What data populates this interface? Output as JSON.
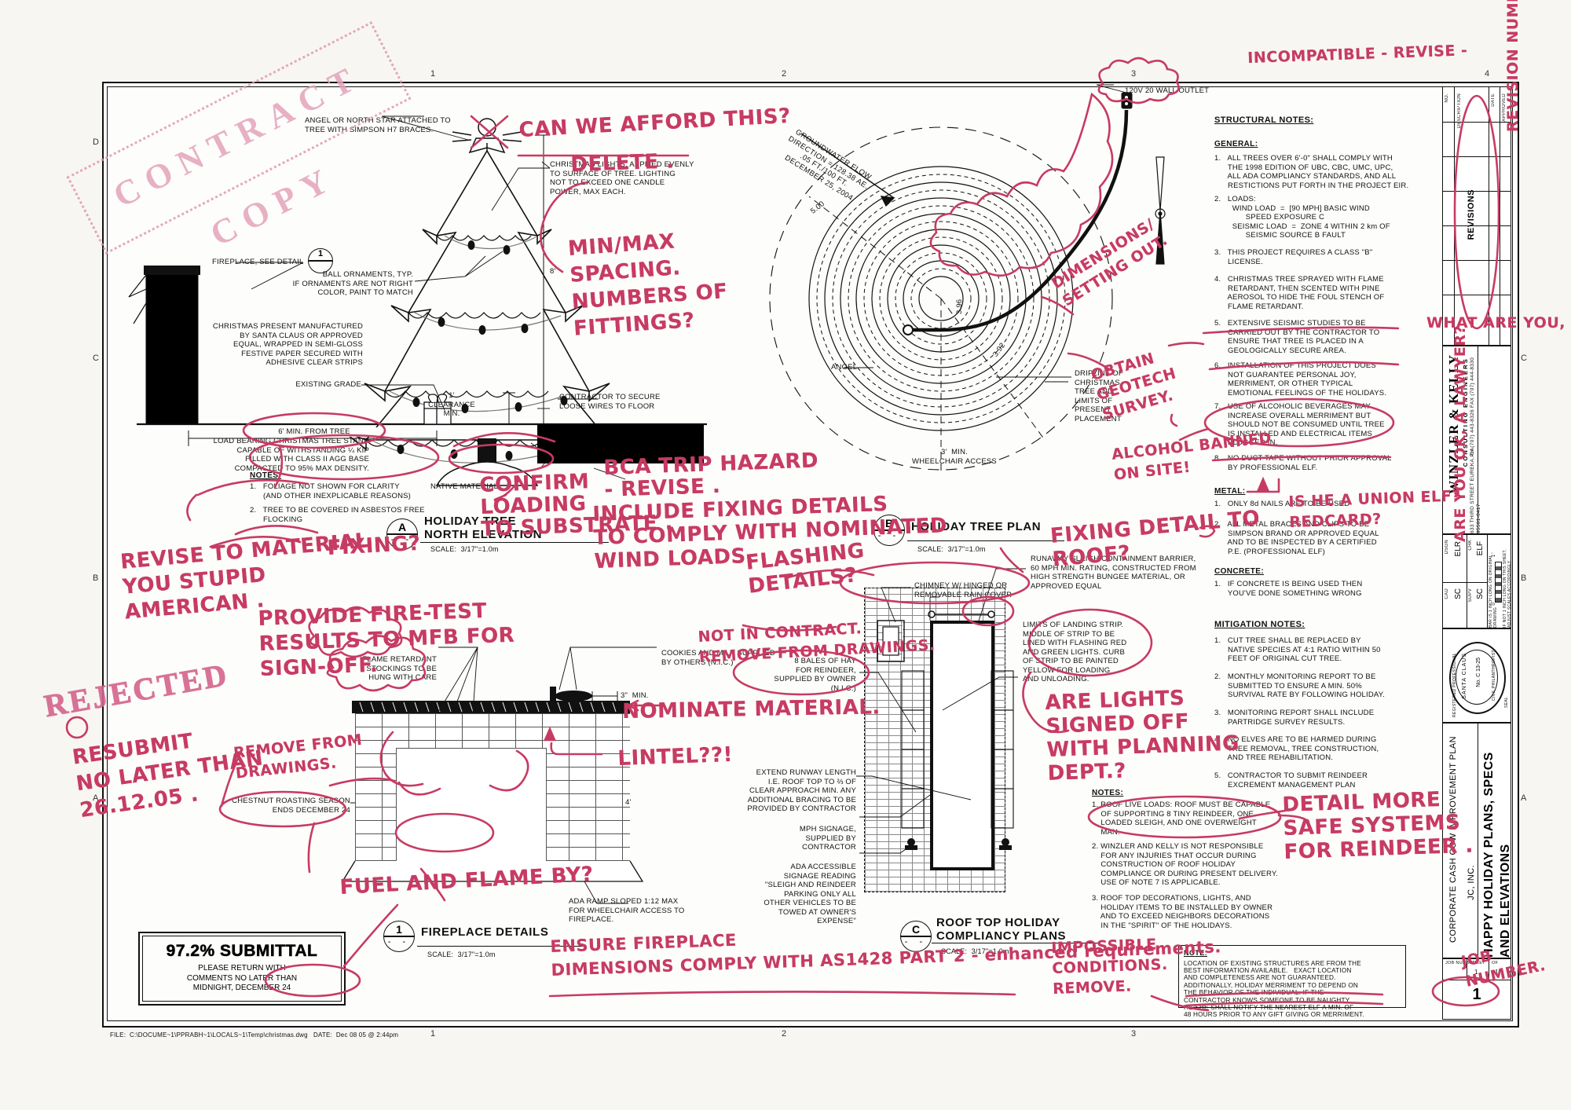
{
  "sheet": {
    "number": "1",
    "footer_path": "FILE:  C:\\DOCUME~1\\PPRABH~1\\LOCALS~1\\Temp\\christmas.dwg   DATE:  Dec 08 05 @ 2:44pm",
    "edge_numbers": [
      "1",
      "2",
      "3",
      "4"
    ],
    "edge_letters": [
      "A",
      "B",
      "C",
      "D"
    ]
  },
  "detail_a": {
    "bubble": "A",
    "title1": "HOLIDAY TREE",
    "title2": "NORTH ELEVATION",
    "scale": "SCALE:  3/17\"=1.0m",
    "labels": {
      "angel": "ANGEL OR NORTH STAR ATTACHED TO\nTREE WITH SIMPSON H7 BRACES.",
      "fireplace": "FIREPLACE, SEE DETAIL",
      "fireplace_bubble": "1",
      "ball_ornaments": "BALL ORNAMENTS, TYP.\nIF ORNAMENTS ARE NOT RIGHT\nCOLOR, PAINT TO MATCH",
      "lights": "CHRISTMAS LIGHTS, APPLIED EVENLY\nTO SURFACE OF TREE. LIGHTING\nNOT TO EXCEED ONE CANDLE\nPOWER, MAX EACH.",
      "present": "CHRISTMAS PRESENT MANUFACTURED\nBY SANTA CLAUS OR APPROVED\nEQUAL, WRAPPED IN SEMI-GLOSS\nFESTIVE PAPER SECURED WITH\nADHESIVE CLEAR STRIPS",
      "existing_grade": "EXISTING GRADE",
      "dim_6ft": "6' MIN. FROM TREE",
      "dim_8ft": "8'",
      "clearance": "1'\nCLEARANCE\nMIN.",
      "stand": "LOAD BEARING CHRISTMAS TREE STAND\nCAPABLE OF WITHSTANDING ¼ KIP\nFILLED WITH CLASS II AGG BASE\nCOMPACTED TO 95% MAX DENSITY.",
      "secure_wires": "CONTRACTOR TO SECURE\nLOOSE WIRES TO FLOOR",
      "native_material": "NATIVE MATERIAL",
      "notes_head": "NOTES:",
      "note1": "1.   FOLIAGE NOT SHOWN FOR CLARITY\n      (AND OTHER INEXPLICABLE REASONS)",
      "note2": "2.   TREE TO BE COVERED IN ASBESTOS FREE\n      FLOCKING"
    }
  },
  "detail_b": {
    "bubble": "B",
    "title1": "HOLIDAY TREE PLAN",
    "scale": "SCALE:  3/17\"=1.0m",
    "labels": {
      "groundwater": "GROUNDWATER FLOW\nDIRECTION = 128.38 AE.\n.05 FT./100 FT.\nDECEMBER 25, 2004",
      "outlet": "120V 20 WALL OUTLET",
      "angel": "ANGEL",
      "dim_500": "5.00",
      "dim_396": "3.96",
      "dim_392": "3.92",
      "dripline": "DRIPLINE OF\nCHRISTMAS\nTREE AND\nLIMITS OF\nPRESENT\nPLACEMENT",
      "wheelchair": "3'  MIN.\nWHEELCHAIR ACCESS"
    }
  },
  "detail_1": {
    "bubble": "1",
    "title1": "FIREPLACE DETAILS",
    "scale": "SCALE:  3/17\"=1.0m",
    "labels": {
      "stockings": "FLAME RETARDANT\nSTOCKINGS TO BE\nHUNG WITH CARE",
      "cookies": "COOKIES AND MILK SUPPLIED\nBY OTHERS (N.I.C.)",
      "dim_3in": "3\"  MIN.",
      "chestnut": "CHESTNUT ROASTING SEASON\nENDS DECEMBER 24",
      "dim_4ft": "4'",
      "ada_ramp": "ADA RAMP SLOPED 1:12 MAX\nFOR WHEELCHAIR ACCESS TO\nFIREPLACE."
    }
  },
  "detail_c": {
    "bubble": "C",
    "title1": "ROOF TOP HOLIDAY",
    "title2": "COMPLIANCY PLANS",
    "scale": "SCALE:  3/17\"=1.0m",
    "labels": {
      "chimney": "CHIMNEY W/ HINGED OR\nREMOVABLE RAIN COVER",
      "sleigh_barrier": "RUNAWAY SLEIGH CONTAINMENT BARRIER,\n60 MPH MIN. RATING, CONSTRUCTED FROM\nHIGH STRENGTH BUNGEE MATERIAL, OR\nAPPROVED EQUAL",
      "hay": "8 BALES OF HAY\nFOR REINDEER,\nSUPPLIED BY OWNER\n(N.I.C.)",
      "landing_strip": "LIMITS OF LANDING STRIP.\nMIDDLE OF STRIP TO BE\nLINED WITH FLASHING RED\nAND GREEN LIGHTS. CURB\nOF STRIP TO BE PAINTED\nYELLOW FOR LOADING\nAND UNLOADING.",
      "runway": "EXTEND RUNWAY LENGTH\nI.E. ROOF TOP TO ⅔ OF\nCLEAR APPROACH MIN. ANY\nADDITIONAL BRACING TO BE\nPROVIDED BY CONTRACTOR",
      "mph_signage": "MPH SIGNAGE,\nSUPPLIED BY\nCONTRACTOR",
      "ada_signage": "ADA ACCESSIBLE\nSIGNAGE READING\n\"SLEIGH AND REINDEER\nPARKING ONLY ALL\nOTHER VEHICLES TO BE\nTOWED AT OWNER'S\nEXPENSE\""
    },
    "notes_head": "NOTES:",
    "notes": [
      "1. ROOF LIVE LOADS: ROOF MUST BE CAPABLE\n    OF SUPPORTING 8 TINY REINDEER, ONE\n    LOADED SLEIGH, AND ONE OVERWEIGHT\n    MAN.",
      "2. WINZLER AND KELLY IS NOT RESPONSIBLE\n    FOR ANY INJURIES THAT OCCUR DURING\n    CONSTRUCTION OF ROOF HOLIDAY\n    COMPLIANCE OR DURING PRESENT DELIVERY.\n    USE OF NOTE 7 IS APPLICABLE.",
      "3. ROOF TOP DECORATIONS, LIGHTS, AND\n    HOLIDAY ITEMS TO BE INSTALLED BY OWNER\n    AND TO EXCEED NEIGHBORS DECORATIONS\n    IN THE \"SPIRIT\" OF THE HOLIDAYS."
    ]
  },
  "structural_notes": {
    "heading": "STRUCTURAL NOTES:",
    "general_head": "GENERAL:",
    "general": [
      "1.   ALL TREES OVER 6'-0\" SHALL COMPLY WITH\n      THE 1998 EDITION OF UBC, CBC, UMC, UPC,\n      ALL ADA COMPLIANCY STANDARDS, AND ALL\n      RESTICTIONS PUT FORTH IN THE PROJECT EIR.",
      "2.   LOADS:\n        WIND LOAD  =  [90 MPH] BASIC WIND\n              SPEED EXPOSURE C\n        SEISMIC LOAD  =  ZONE 4 WITHIN 2 km OF\n              SEISMIC SOURCE B FAULT",
      "3.   THIS PROJECT REQUIRES A CLASS \"B\"\n      LICENSE.",
      "4.   CHRISTMAS TREE SPRAYED WITH FLAME\n      RETARDANT, THEN SCENTED WITH PINE\n      AEROSOL TO HIDE THE FOUL STENCH OF\n      FLAME RETARDANT.",
      "5.   EXTENSIVE SEISMIC STUDIES TO BE\n      CARRIED OUT BY THE CONTRACTOR TO\n      ENSURE THAT TREE IS PLACED IN A\n      GEOLOGICALLY SECURE AREA.",
      "6.   INSTALLATION OF THIS PROJECT DOES\n      NOT GUARANTEE PERSONAL JOY,\n      MERRIMENT, OR OTHER TYPICAL\n      EMOTIONAL FEELINGS OF THE HOLIDAYS.",
      "7.   USE OF ALCOHOLIC BEVERAGES MAY\n      INCREASE OVERALL MERRIMENT BUT\n      SHOULD NOT BE CONSUMED UNTIL TREE\n      IS INSTALLED AND ELECTRICAL ITEMS\n      PLUGGED IN.",
      "8.   NO DUCT TAPE WITHOUT PRIOR APPROVAL\n      BY PROFESSIONAL ELF."
    ],
    "metal_head": "METAL:",
    "metal": [
      "1.   ONLY 8d NAILS ARE TO BE USED",
      "2.   ALL METAL BRACES AND CLIPS TO BE\n      SIMPSON BRAND OR APPROVED EQUAL\n      AND TO BE INSPECTED BY A CERTIFIED\n      P.E. (PROFESSIONAL ELF)"
    ],
    "concrete_head": "CONCRETE:",
    "concrete": [
      "1.   IF CONCRETE IS BEING USED THEN\n      YOU'VE DONE SOMETHING WRONG"
    ]
  },
  "mitigation_notes": {
    "heading": "MITIGATION NOTES:",
    "items": [
      "1.   CUT TREE SHALL BE REPLACED BY\n      NATIVE SPECIES AT 4:1 RATIO WITHIN 50\n      FEET OF ORIGINAL CUT TREE.",
      "2.   MONTHLY MONITORING REPORT TO BE\n      SUBMITTED TO ENSURE A MIN. 50%\n      SURVIVAL RATE BY FOLLOWING HOLIDAY.",
      "3.   MONITORING REPORT SHALL INCLUDE\n      PARTRIDGE SURVEY RESULTS.",
      "4.   NO ELVES ARE TO BE HARMED DURING\n      TREE REMOVAL, TREE CONSTRUCTION,\n      AND TREE REHABILITATION.",
      "5.   CONTRACTOR TO SUBMIT REINDEER\n      EXCREMENT MANAGEMENT PLAN"
    ]
  },
  "submittal_stamp": {
    "title": "97.2% SUBMITTAL",
    "body": "PLEASE RETURN WITH\nCOMMENTS NO LATER THAN\nMIDNIGHT, DECEMBER 24"
  },
  "contract_stamp": {
    "text": "CONTRACT COPY"
  },
  "rejected_stamp": {
    "text": "REJECTED"
  },
  "note_box": {
    "heading": "NOTE:",
    "body": "LOCATION OF EXISTING STRUCTURES ARE FROM THE\nBEST INFORMATION AVAILABLE.   EXACT LOCATION\nAND COMPLETENESS ARE NOT GUARANTEED.\nADDITIONALLY, HOLIDAY MERRIMENT TO DEPEND ON\nTHE BEHAVIOR OF THE INDIVIDUAL. IF THE\nCONTRACTOR KNOWS SOMEONE TO BE NAUGHTY\nHE/SHE SHALL NOTIFY THE NEAREST ELF A MIN. OF\n48 HOURS PRIOR TO ANY GIFT GIVING OR MERRIMENT."
  },
  "title_block": {
    "revisions_label": "REVISIONS",
    "rev_cols": [
      "NO.",
      "DESCRIPTION",
      "DATE",
      "APPROVED"
    ],
    "firm_name": "WINZLER & KELLY",
    "firm_sub": "CONSULTING ENGINEERS",
    "firm_addr": "633 THIRD STREET\nEUREKA, CA 95501-0417",
    "firm_phone": "PH (707) 443-8326\nFAX (707) 444-8330",
    "bar_note": "BAR IS 1 INCH LONG ON\nORIGINAL DRAWING",
    "bar_note2": "IF NOT 1 INCH LONG ON\nTHIS SHEET, ADJUST\nSCALES ACCORDINGLY",
    "bar_zero": "0",
    "bar_one": "1\"",
    "grid": [
      {
        "k": "DSGN",
        "v": "ELR"
      },
      {
        "k": "CHK",
        "v": "ELF"
      },
      {
        "k": "CAD",
        "v": "SC"
      },
      {
        "k": "SUPV",
        "v": "SC"
      }
    ],
    "seal_top": "REGISTERED PROFESSIONAL",
    "seal_name": "SANTA CLAUS",
    "seal_no": "No. C 13-25",
    "seal_bottom": "CIVIL PHILANTHROPIST",
    "seal_label": "SEAL",
    "client": "CORPORATE CASH COW\nIMPROVEMENT PLAN",
    "client_sub": "JC, INC.",
    "sheet_title": "HAPPY HOLIDAY PLANS,\nSPECS AND ELEVATIONS",
    "job_label": "JOB NUMBER",
    "sheet_label": "SHEET",
    "of_label": "OF",
    "sheet_no": "1",
    "sheet_of_n": "1"
  },
  "markup": {
    "color": "#c73b63",
    "notes": [
      {
        "id": "incompatible",
        "text": "INCOMPATIBLE - REVISE -"
      },
      {
        "id": "cant-afford",
        "text": "CAN WE AFFORD THIS?"
      },
      {
        "id": "delete",
        "text": "DELETE ."
      },
      {
        "id": "minmax",
        "text": "MIN/MAX\nSPACING.\nNUMBERS OF\nFITTINGS?"
      },
      {
        "id": "revise-material",
        "text": "REVISE TO MATERIAL\nYOU STUPID\nAMERICAN ."
      },
      {
        "id": "fixing",
        "text": "FIXING?"
      },
      {
        "id": "confirm-loading",
        "text": "CONFIRM\nLOADING\nTO SUBSTRATE ."
      },
      {
        "id": "bca-trip",
        "text": "BCA TRIP HAZARD\n- REVISE ."
      },
      {
        "id": "include-fixing",
        "text": "INCLUDE FIXING DETAILS\nTO COMPLY WITH NOMINATED\nWIND LOADS."
      },
      {
        "id": "fire-test",
        "text": "PROVIDE FIRE-TEST\nRESULTS TO MFB FOR\nSIGN-OFF."
      },
      {
        "id": "resubmit",
        "text": "RESUBMIT\nNO LATER THAN\n26.12.05 ."
      },
      {
        "id": "remove-drawings",
        "text": "REMOVE FROM\nDRAWINGS."
      },
      {
        "id": "nominate-material",
        "text": "NOMINATE MATERIAL."
      },
      {
        "id": "lintel",
        "text": "LINTEL??!"
      },
      {
        "id": "fuel-flame",
        "text": "FUEL AND FLAME BY?"
      },
      {
        "id": "ensure-fireplace",
        "text": "ENSURE FIREPLACE\nDIMENSIONS COMPLY WITH AS1428 PART 2 - enhanced requirements."
      },
      {
        "id": "flashing-details",
        "text": "FLASHING\nDETAILS?"
      },
      {
        "id": "not-in-contract",
        "text": "NOT IN CONTRACT.\nREMOVE FROM DRAWINGS."
      },
      {
        "id": "fixing-roof",
        "text": "FIXING DETAIL TO\nROOF?"
      },
      {
        "id": "are-lights",
        "text": "ARE LIGHTS\nSIGNED OFF\nWITH PLANNING\nDEPT.?"
      },
      {
        "id": "dimensions",
        "text": "DIMENSIONS/\nSETTING OUT."
      },
      {
        "id": "obtain-survey",
        "text": "OBTAIN\nGEOTECH\nSURVEY."
      },
      {
        "id": "alcohol",
        "text": "ALCOHOL BANNED\nON SITE!"
      },
      {
        "id": "what-engineer",
        "text": "WHAT ARE YOU, AN ENGINEER?"
      },
      {
        "id": "ok-lawyer",
        "text": "ARE YOU OK, A LAWYER?"
      },
      {
        "id": "union-elf",
        "text": "IS HE A UNION ELF?\nREDCARD?"
      },
      {
        "id": "revision-number",
        "text": "REVISION NUMBER?"
      },
      {
        "id": "detail-safe",
        "text": "DETAIL MORE\nSAFE SYSTEMS\nFOR REINDEER ."
      },
      {
        "id": "impossible",
        "text": "IMPOSSIBLE\nCONDITIONS.\nREMOVE."
      },
      {
        "id": "job-number",
        "text": "JOB\nNUMBER."
      }
    ]
  }
}
